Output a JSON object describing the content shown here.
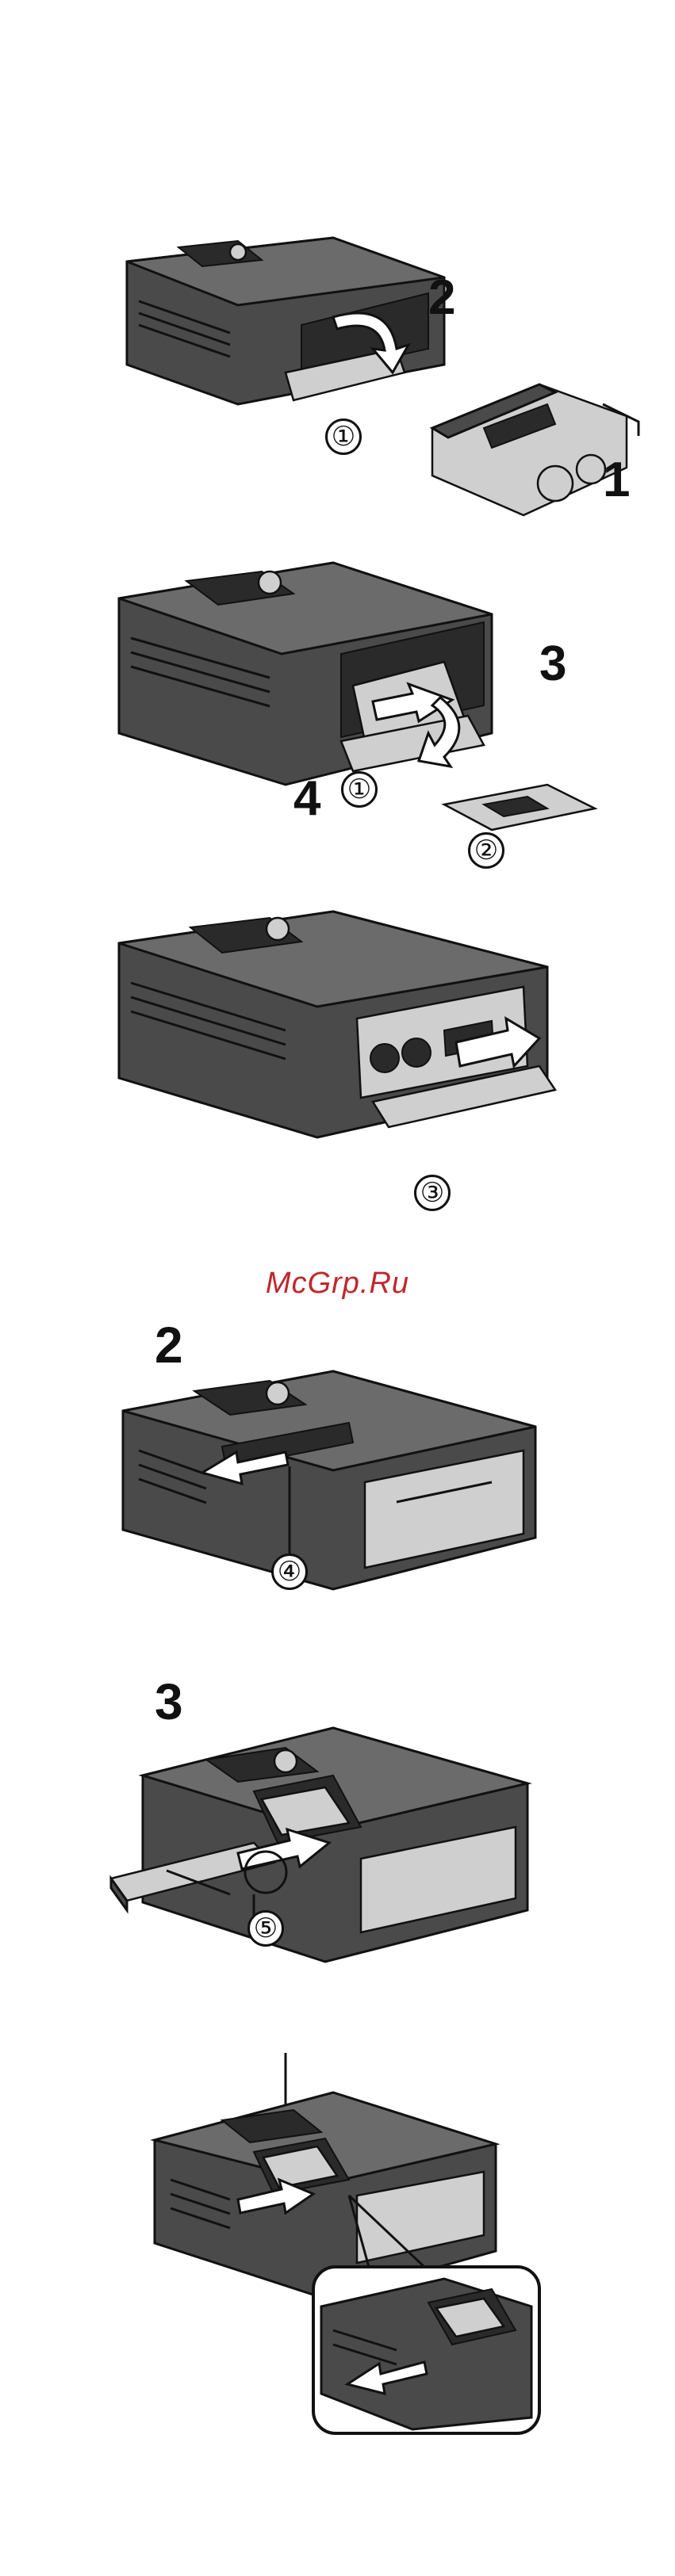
{
  "watermark": "McGrp.Ru",
  "figures": [
    {
      "id": "fig1",
      "steps": [
        "2",
        "1"
      ],
      "callouts": [
        "①"
      ]
    },
    {
      "id": "fig2",
      "steps": [
        "3",
        "4"
      ],
      "callouts": [
        "①",
        "②"
      ]
    },
    {
      "id": "fig3",
      "steps": [],
      "callouts": [
        "③"
      ]
    },
    {
      "id": "fig4",
      "steps": [
        "2"
      ],
      "callouts": [
        "④"
      ]
    },
    {
      "id": "fig5",
      "steps": [
        "3"
      ],
      "callouts": [
        "⑤"
      ]
    },
    {
      "id": "fig6",
      "steps": [],
      "callouts": []
    }
  ],
  "icons": [
    "printer-illustration",
    "battery-pack-illustration",
    "card-illustration",
    "insert-arrow-icon",
    "rotate-arrow-icon"
  ]
}
